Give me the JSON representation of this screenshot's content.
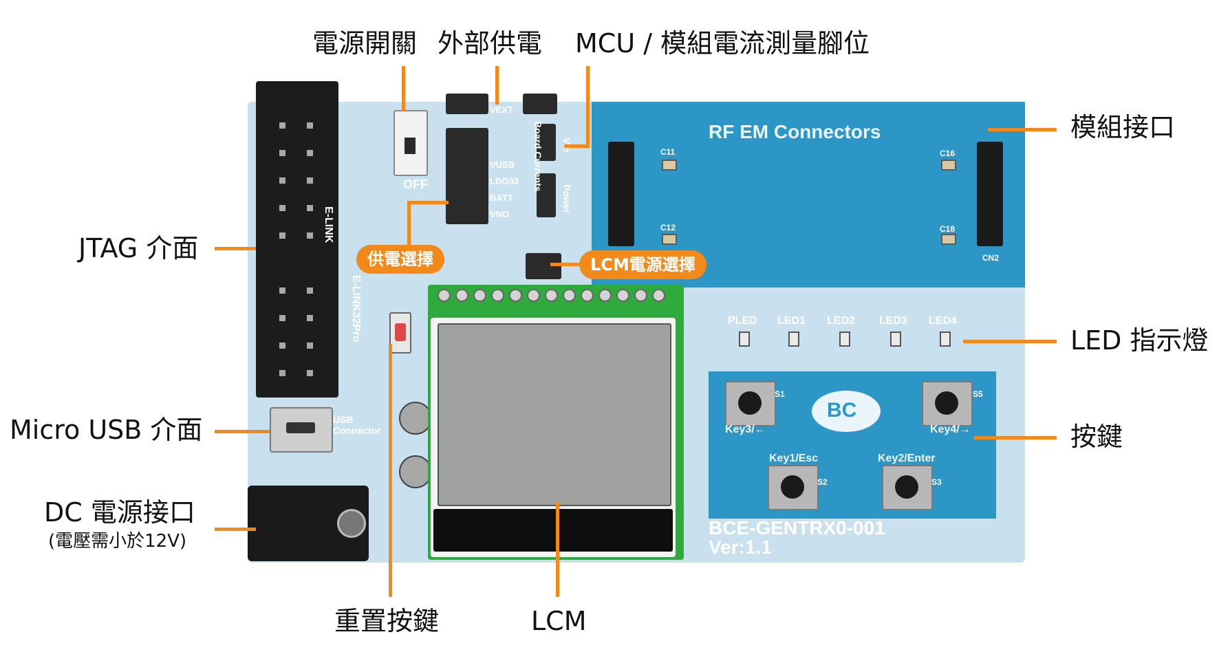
{
  "labels": {
    "power_switch": "電源開關",
    "external_power": "外部供電",
    "mcu_current": "MCU / 模組電流測量腳位",
    "module_interface": "模組接口",
    "jtag": "JTAG 介面",
    "led": "LED 指示燈",
    "micro_usb": "Micro USB 介面",
    "keys": "按鍵",
    "dc_power": "DC 電源接口",
    "dc_power_note": "(電壓需小於12V)",
    "reset_key": "重置按鍵",
    "lcm": "LCM",
    "power_select": "供電選擇",
    "lcm_power_select": "LCM電源選擇"
  },
  "board": {
    "rf_title": "RF EM Connectors",
    "model": "BCE-GENTRX0-001",
    "version": "Ver:1.1",
    "logo": "BC",
    "silk_off": "OFF",
    "silk_e_link": "E-LINK",
    "silk_e_link32": "E-LINK32Pro",
    "silk_usb": "USB",
    "silk_connector": "Connector",
    "silk_vext": "VEXT",
    "silk_vusb": "VUSB",
    "silk_ldo33": "LDO33",
    "silk_batt": "BATT",
    "silk_vno": "VNO",
    "silk_vin": "Vin",
    "silk_power": "Power",
    "silk_board_currents": "Board Currents",
    "silk_cn2": "CN2",
    "silk_c11": "C11",
    "silk_c12": "C12",
    "silk_c16": "C16",
    "silk_c18": "C18",
    "leds": [
      "PLED",
      "LED1",
      "LED2",
      "LED3",
      "LED4"
    ],
    "key3": "Key3/←",
    "key4": "Key4/→",
    "key1": "Key1/Esc",
    "key2": "Key2/Enter",
    "s1": "S1",
    "s2": "S2",
    "s3": "S3",
    "s5": "S5"
  },
  "colors": {
    "callout": "#f28a1b",
    "board": "#c9e1ee",
    "rf_area": "#2c97c7",
    "lcm_pcb": "#2faa3c"
  }
}
